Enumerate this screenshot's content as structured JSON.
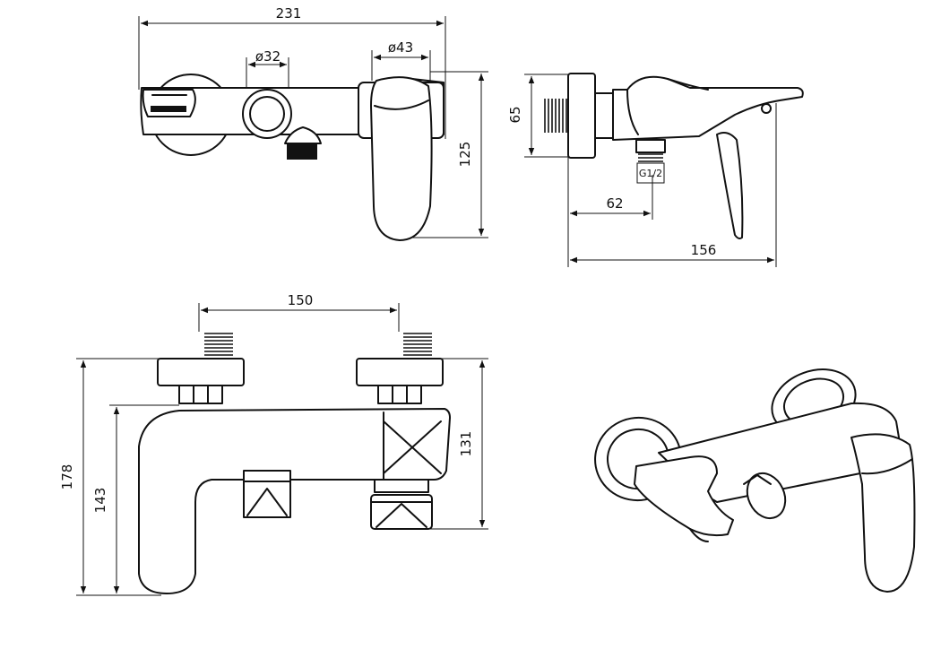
{
  "dimensions": {
    "total_width_top": "231",
    "dia_32": "ø32",
    "dia_43": "ø43",
    "height_125": "125",
    "side_height_65": "65",
    "side_62": "62",
    "side_156": "156",
    "thread_g12": "G1/2",
    "front_150": "150",
    "front_178": "178",
    "front_143": "143",
    "front_131": "131"
  },
  "icons": [
    "mixer-top-view-icon",
    "mixer-side-view-icon",
    "mixer-front-view-icon",
    "mixer-perspective-icon"
  ]
}
